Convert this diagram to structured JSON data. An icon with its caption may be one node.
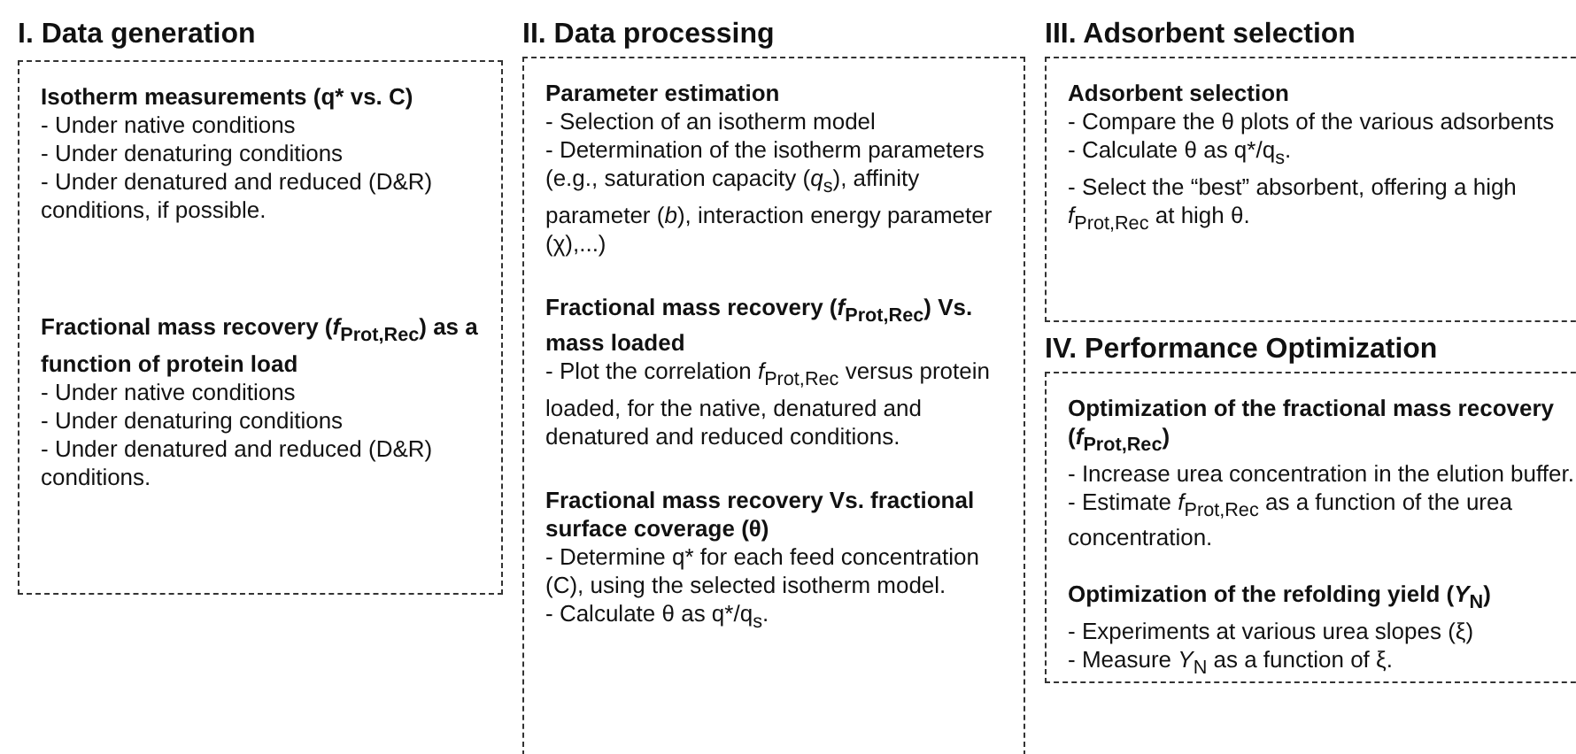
{
  "diagram": {
    "nodes": [
      {
        "text": [
          "I. Data generation",
          "Isotherm measurements (q* vs. C)",
          "- Under native conditions",
          "- Under denaturing conditions",
          "- Under denatured and reduced (D&R) conditions, if possible.",
          "Fractional mass recovery (*f*$_{Prot,Rec}$) as a function of protein load",
          "- Under native conditions",
          "- Under denaturing conditions",
          "- Under denatured and reduced (D&R) conditions."
        ]
      },
      {
        "text": [
          "II. Data processing",
          "Parameter estimation",
          "- Selection of an isotherm model",
          "- Determination of the isotherm parameters (e.g., saturation capacity (*q*$_{s}$), affinity parameter (*b*), interaction energy parameter (χ),...)",
          "Fractional mass recovery (*f*$_{Prot,Rec}$) Vs. mass loaded",
          "- Plot the correlation *f*$_{Prot,Rec}$ versus protein loaded, for the native, denatured and denatured and reduced conditions.",
          "Fractional mass recovery Vs. fractional surface coverage (θ)",
          "- Determine q* for each feed concentration (C), using the selected isotherm model.",
          "- Calculate θ as q*/q$_{s}$."
        ]
      },
      {
        "text": [
          "III. Adsorbent selection",
          "Adsorbent selection",
          "- Compare the θ plots of the various adsorbents",
          "- Calculate θ as q*/q$_{s}$.",
          "- Select the “best” absorbent, offering a high *f*$_{Prot,Rec}$ at high θ."
        ]
      },
      {
        "text": [
          "IV. Performance Optimization",
          "Optimization of the fractional mass recovery (*f*$_{Prot,Rec}$)",
          "- Increase urea concentration in the elution buffer.",
          "- Estimate *f*$_{Prot,Rec}$ as a function of the urea concentration.",
          "Optimization of the refolding yield (*Y*$_{N}$)",
          "- Experiments at various urea slopes (ξ)",
          "- Measure *Y*$_{N}$ as a function of ξ."
        ]
      }
    ]
  }
}
